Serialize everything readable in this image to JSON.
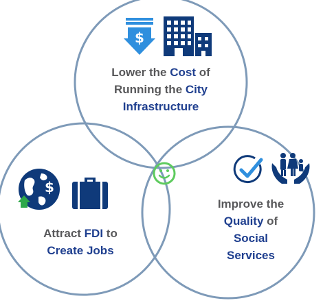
{
  "colors": {
    "circle_stroke": "#7e9ab8",
    "dark_text": "#58585a",
    "accent_text": "#1f3f8f",
    "icon_navy": "#0f3a7a",
    "icon_sky": "#2f8fde",
    "icon_green": "#2ea84a",
    "smiley_green": "#5ecb5e"
  },
  "circles": {
    "top": {
      "icons": [
        "dollar-down-arrow-icon",
        "city-buildings-icon"
      ],
      "line1": {
        "a": "Lower the ",
        "b": "Cost",
        "c": " of"
      },
      "line2": {
        "a": "Running the ",
        "b": "City"
      },
      "line3": {
        "b": "Infrastructure"
      }
    },
    "left": {
      "icons": [
        "globe-dollar-icon",
        "briefcase-icon"
      ],
      "line1": {
        "a": "Attract ",
        "b": "FDI",
        "c": " to"
      },
      "line2": {
        "b": "Create Jobs"
      }
    },
    "right": {
      "icons": [
        "checkmark-circle-icon",
        "family-hands-icon"
      ],
      "line1": {
        "a": "Improve the"
      },
      "line2": {
        "b": "Quality",
        "c": " of"
      },
      "line3": {
        "b": "Social"
      },
      "line4": {
        "b": "Services"
      }
    },
    "center": {
      "icon": "smiley-icon"
    }
  }
}
